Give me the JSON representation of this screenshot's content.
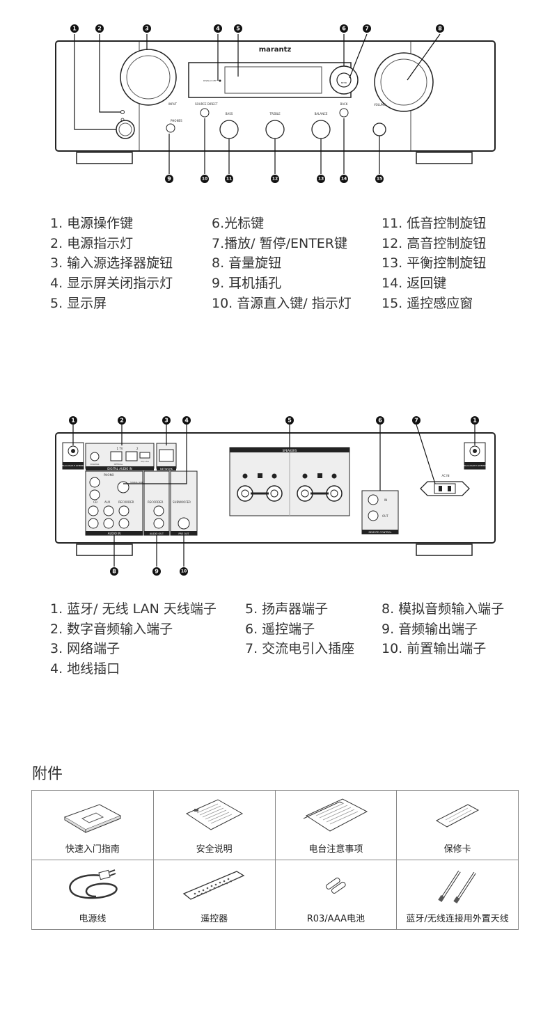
{
  "front": {
    "brand": "marantz",
    "labels": {
      "input": "INPUT",
      "phones": "PHONES",
      "source_direct": "SOURCE DIRECT",
      "bass": "BASS",
      "treble": "TREBLE",
      "balance": "BALANCE",
      "back": "BACK",
      "volume": "VOLUME",
      "display_off": "DISPLAY OFF",
      "enter": "ENTER"
    },
    "legend": [
      [
        "1. 电源操作键",
        "2. 电源指示灯",
        "3. 输入源选择器旋钮",
        "4. 显示屏关闭指示灯",
        "5. 显示屏"
      ],
      [
        "6.光标键",
        "7.播放/ 暂停/ENTER键",
        "8. 音量旋钮",
        "9. 耳机插孔",
        "10. 音源直入键/ 指示灯"
      ],
      [
        "11. 低音控制旋钮",
        "12. 高音控制旋钮",
        "13. 平衡控制旋钮",
        "14. 返回键",
        "15. 遥控感应窗"
      ]
    ]
  },
  "rear": {
    "labels": {
      "antenna": "Bluetooth/Wi-Fi ANTENNA",
      "coaxial": "COAXIAL",
      "optical": "OPTICAL",
      "tv": "1 TV",
      "two": "2",
      "digital_audio_in": "DIGITAL AUDIO IN",
      "usb_power": "5V/1.5A",
      "network": "NETWORK",
      "phono": "PHONO",
      "signal_gnd": "SIGNAL GND",
      "cd": "CD",
      "aux": "AUX",
      "recorder": "RECORDER",
      "audio_in": "AUDIO IN",
      "recorder_out": "RECORDER",
      "audio_out": "AUDIO OUT",
      "subwoofer": "SUBWOOFER",
      "pre_out": "PRE OUT",
      "speakers": "SPEAKERS",
      "in": "IN",
      "out": "OUT",
      "remote_control": "REMOTE CONTROL",
      "ac_in": "AC IN"
    },
    "legend": [
      [
        "1. 蓝牙/ 无线 LAN 天线端子",
        "2. 数字音频输入端子",
        "3. 网络端子",
        "4. 地线插口"
      ],
      [
        "5. 扬声器端子",
        "6. 遥控端子",
        "7. 交流电引入插座"
      ],
      [
        "8. 模拟音频输入端子",
        "9. 音频输出端子",
        "10. 前置输出端子"
      ]
    ]
  },
  "accessories": {
    "title": "附件",
    "items": [
      {
        "label": "快速入门指南",
        "icon": "quick-start-guide-icon"
      },
      {
        "label": "安全说明",
        "icon": "safety-instructions-icon"
      },
      {
        "label": "电台注意事项",
        "icon": "radio-notes-icon"
      },
      {
        "label": "保修卡",
        "icon": "warranty-card-icon"
      },
      {
        "label": "电源线",
        "icon": "power-cord-icon"
      },
      {
        "label": "遥控器",
        "icon": "remote-control-icon"
      },
      {
        "label": "R03/AAA电池",
        "icon": "battery-icon"
      },
      {
        "label": "蓝牙/无线连接用外置天线",
        "icon": "antenna-icon"
      }
    ]
  }
}
